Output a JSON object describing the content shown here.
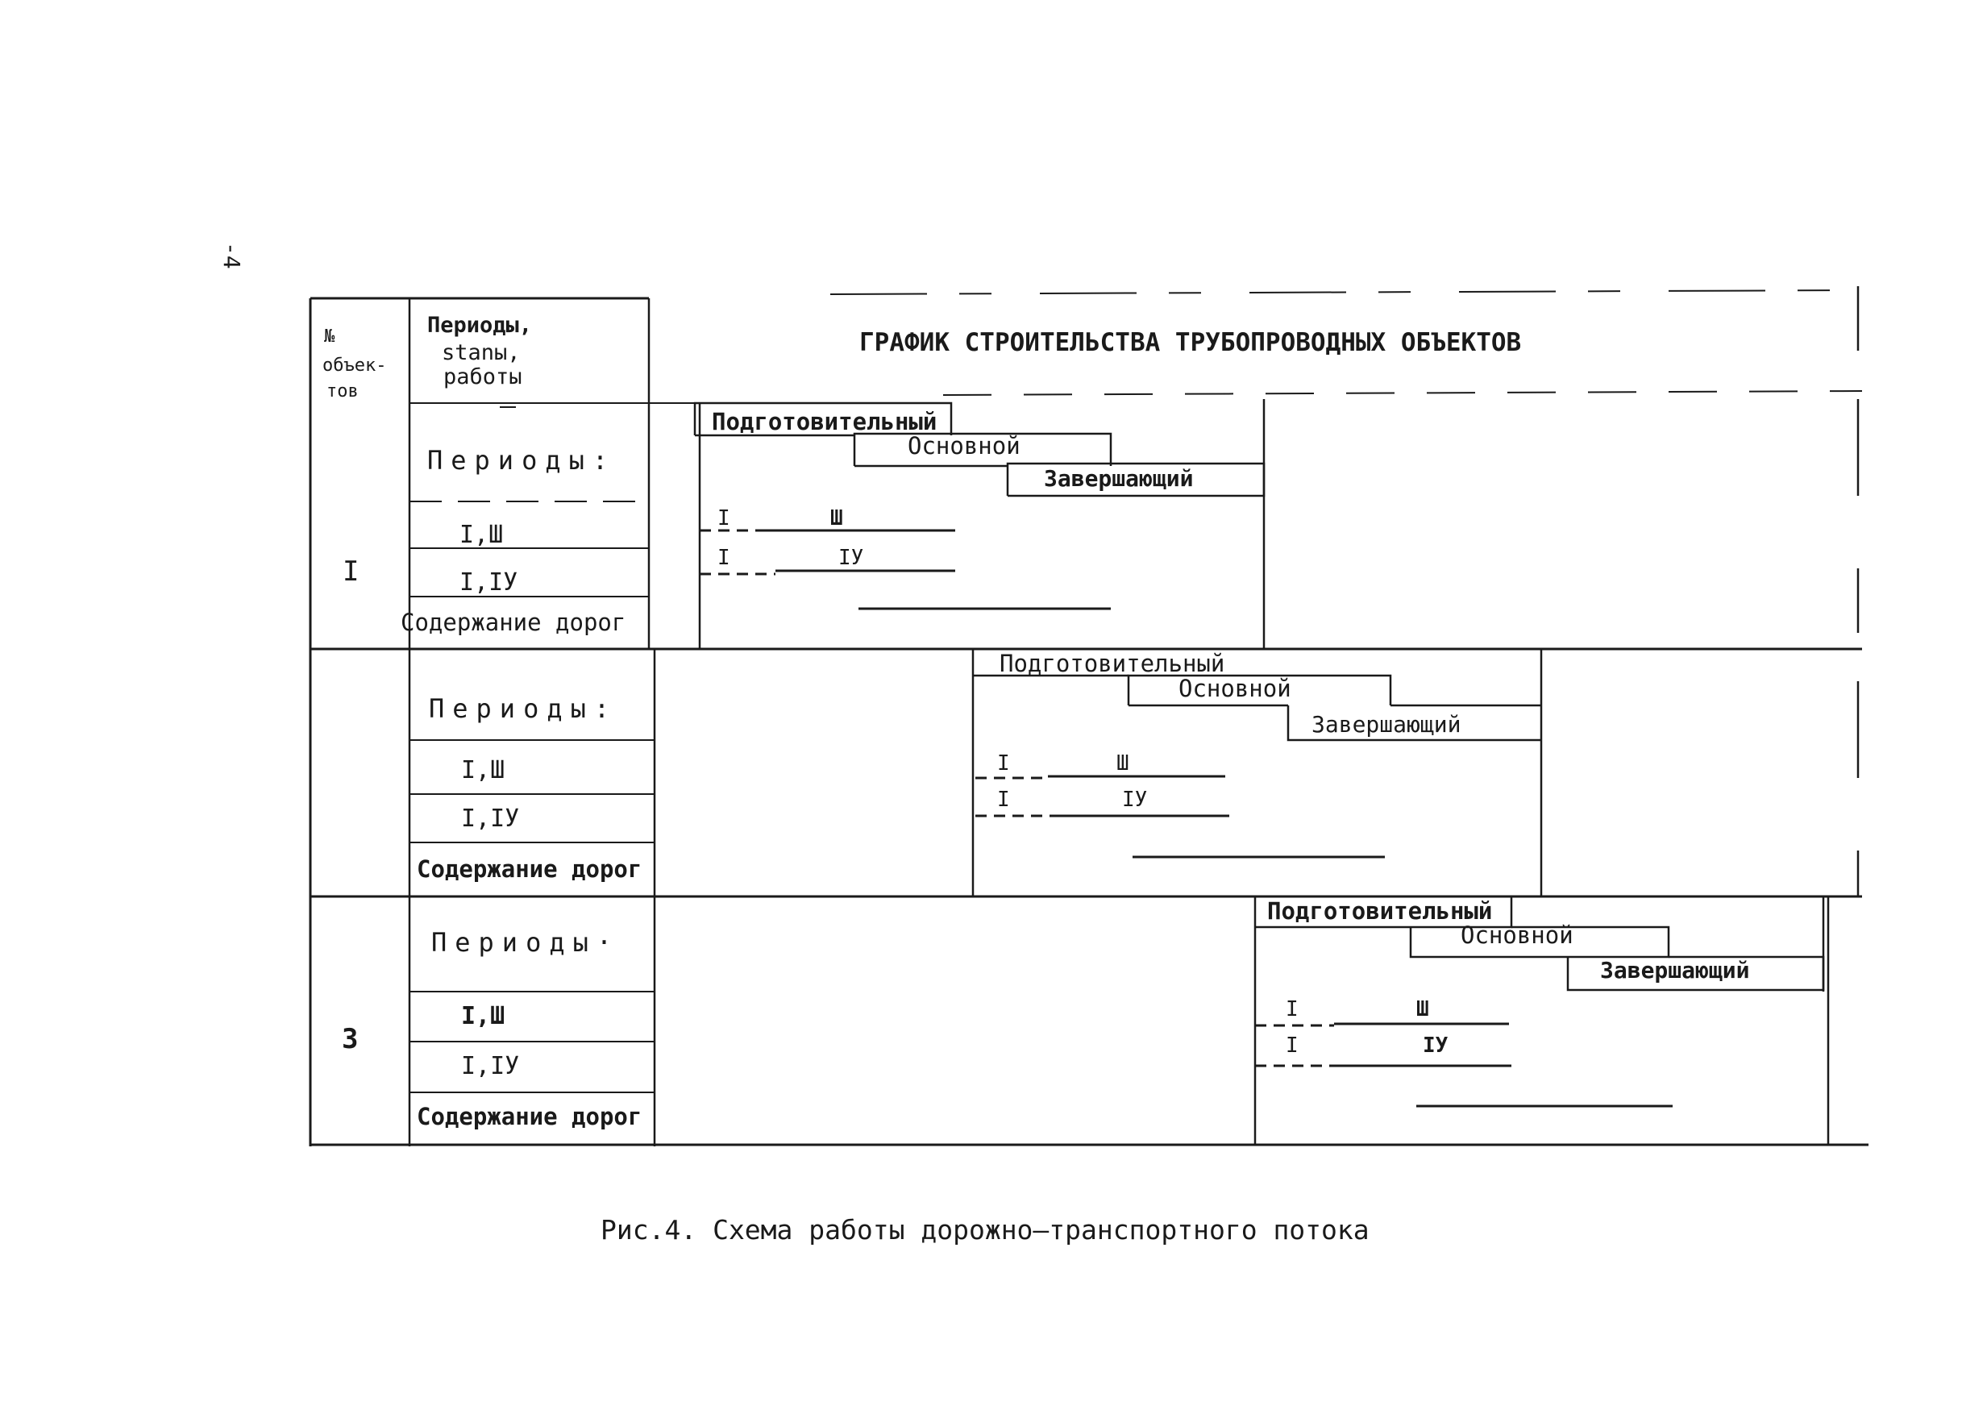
{
  "page_mark": "-4",
  "header": {
    "objects_col": [
      "№",
      "объек-",
      "тов"
    ],
    "periods_col": [
      "Периоды,",
      "stanы,",
      "работы"
    ],
    "title": "ГРАФИК СТРОИТЕЛЬСТВА ТРУБОПРОВОДНЫХ ОБЪЕКТОВ"
  },
  "objects": [
    {
      "number": "I",
      "rows": [
        "Периоды:",
        "I,Ш",
        "I,IУ",
        "Содержание дорог"
      ],
      "phases": [
        "Подготовительный",
        "Основной",
        "Завершающий"
      ],
      "bar_labels": {
        "r1_left": "I",
        "r1_mid": "Ш",
        "r2_left": "I",
        "r2_mid": "IУ"
      }
    },
    {
      "number": "",
      "rows": [
        "Периоды:",
        "I,Ш",
        "I,IУ",
        "Содержание дорог"
      ],
      "phases": [
        "Подготовительный",
        "Основной",
        "Завершающий"
      ],
      "bar_labels": {
        "r1_left": "I",
        "r1_mid": "Ш",
        "r2_left": "I",
        "r2_mid": "IУ"
      }
    },
    {
      "number": "3",
      "rows": [
        "Периоды·",
        "I,Ш",
        "I,IУ",
        "Содержание дорог"
      ],
      "phases": [
        "Подготовительный",
        "Основной",
        "Завершающий"
      ],
      "bar_labels": {
        "r1_left": "I",
        "r1_mid": "Ш",
        "r2_left": "I",
        "r2_mid": "IУ"
      }
    }
  ],
  "caption": "Рис.4. Схема работы дорожно–транспортного потока"
}
